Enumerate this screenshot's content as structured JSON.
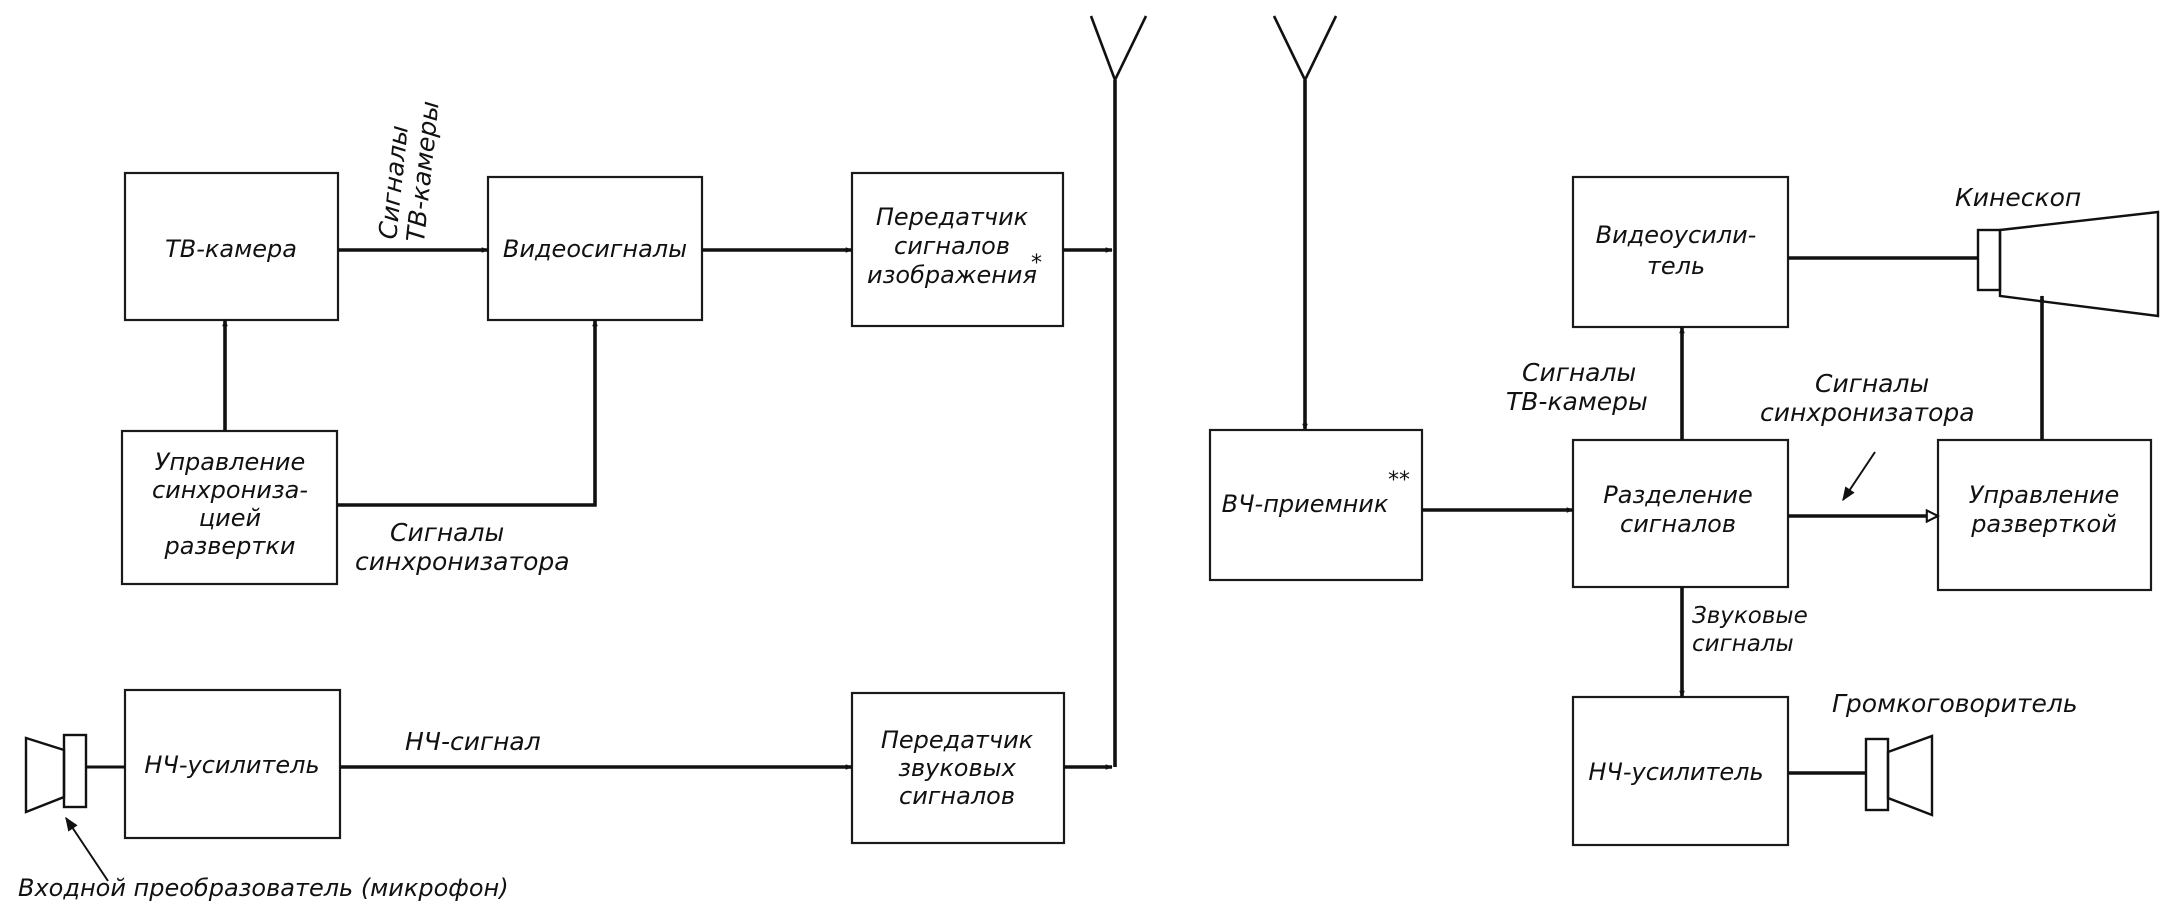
{
  "transmitter": {
    "tv_camera": "ТВ-камера",
    "video_signals": "Видеосигналы",
    "picture_transmitter": [
      "Передатчик",
      "сигналов",
      "изображения"
    ],
    "picture_transmitter_mark": "*",
    "sync_scan_control": [
      "Управление",
      "синхрониза-",
      "цией",
      "развертки"
    ],
    "lf_amplifier": "НЧ-усилитель",
    "sound_transmitter": [
      "Передатчик",
      "звуковых",
      "сигналов"
    ],
    "camera_signals_label": [
      "Сигналы",
      "ТВ-камеры"
    ],
    "sync_signals_label": [
      "Сигналы",
      "синхронизатора"
    ],
    "lf_signal_label": "НЧ-сигнал",
    "input_transducer_label": "Входной преобразователь (микрофон)"
  },
  "receiver": {
    "hf_receiver": "ВЧ-приемник",
    "hf_receiver_mark": "**",
    "video_amplifier": [
      "Видеоусили-",
      "тель"
    ],
    "signal_separation": [
      "Разделение",
      "сигналов"
    ],
    "scan_control": [
      "Управление",
      "разверткой"
    ],
    "lf_amplifier": "НЧ-усилитель",
    "kinescope_label": "Кинескоп",
    "loudspeaker_label": "Громкоговоритель",
    "camera_signals_label": [
      "Сигналы",
      "ТВ-камеры"
    ],
    "sync_signals_label": [
      "Сигналы",
      "синхронизатора"
    ],
    "sound_signals_label": [
      "Звуковые",
      "сигналы"
    ]
  }
}
